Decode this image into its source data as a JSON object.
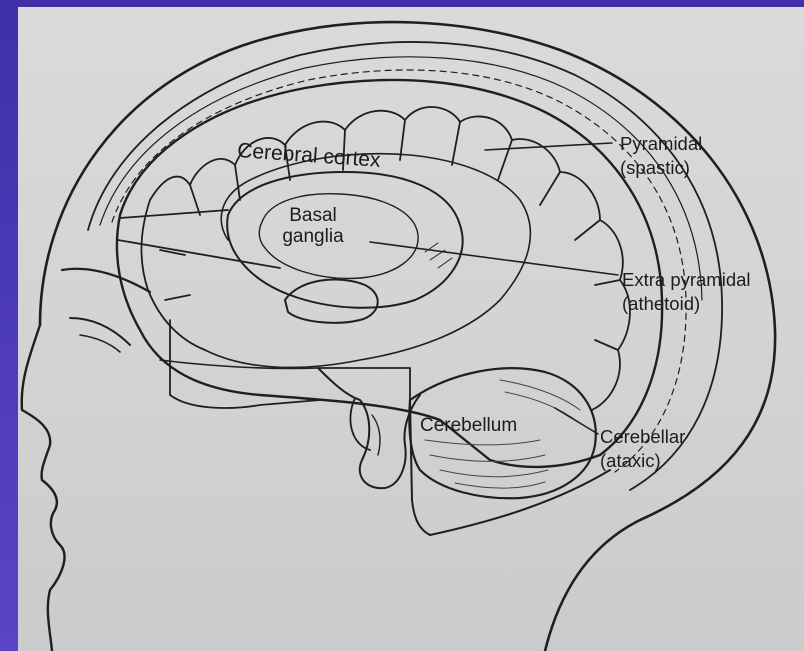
{
  "diagram": {
    "structures": {
      "cerebral_cortex": "Cerebral cortex",
      "basal_ganglia_line1": "Basal",
      "basal_ganglia_line2": "ganglia",
      "cerebellum": "Cerebellum"
    },
    "types": {
      "pyramidal": {
        "name": "Pyramidal",
        "sub": "(spastic)"
      },
      "extra_pyramidal": {
        "name": "Extra pyramidal",
        "sub": "(athetoid)"
      },
      "cerebellar": {
        "name": "Cerebellar",
        "sub": "(ataxic)"
      }
    },
    "colors": {
      "background": "#4b3ab8",
      "paper": "#d4d4d4",
      "ink": "#1c1c1c"
    }
  }
}
